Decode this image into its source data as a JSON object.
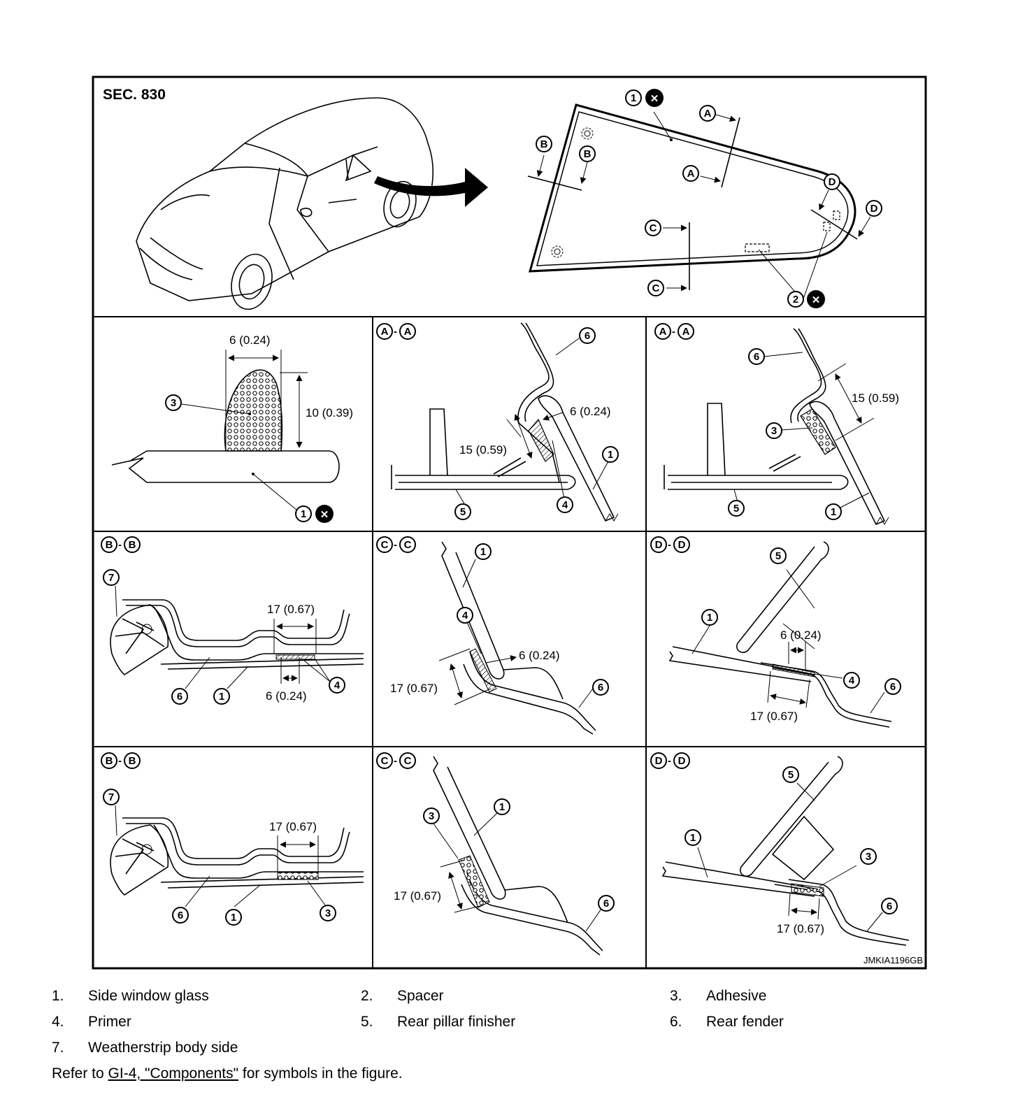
{
  "section_label": "SEC. 830",
  "figure_code": "JMKIA1196GB",
  "callouts": {
    "n1": "1",
    "n2": "2",
    "n3": "3",
    "n4": "4",
    "n5": "5",
    "n6": "6",
    "n7": "7"
  },
  "section_letters": {
    "a": "A",
    "b": "B",
    "c": "C",
    "d": "D"
  },
  "dimensions": {
    "d6": "6 (0.24)",
    "d10": "10 (0.39)",
    "d15": "15 (0.59)",
    "d17": "17 (0.67)"
  },
  "panels": {
    "aa": "A-A",
    "bb": "B-B",
    "cc": "C-C",
    "dd": "D-D"
  },
  "legend": [
    {
      "num": "1.",
      "label": "Side window glass"
    },
    {
      "num": "2.",
      "label": "Spacer"
    },
    {
      "num": "3.",
      "label": "Adhesive"
    },
    {
      "num": "4.",
      "label": "Primer"
    },
    {
      "num": "5.",
      "label": "Rear pillar finisher"
    },
    {
      "num": "6.",
      "label": "Rear fender"
    },
    {
      "num": "7.",
      "label": "Weatherstrip body side"
    }
  ],
  "note": {
    "before": "Refer to ",
    "link": "GI-4, \"Components\"",
    "after": " for symbols in the figure."
  }
}
